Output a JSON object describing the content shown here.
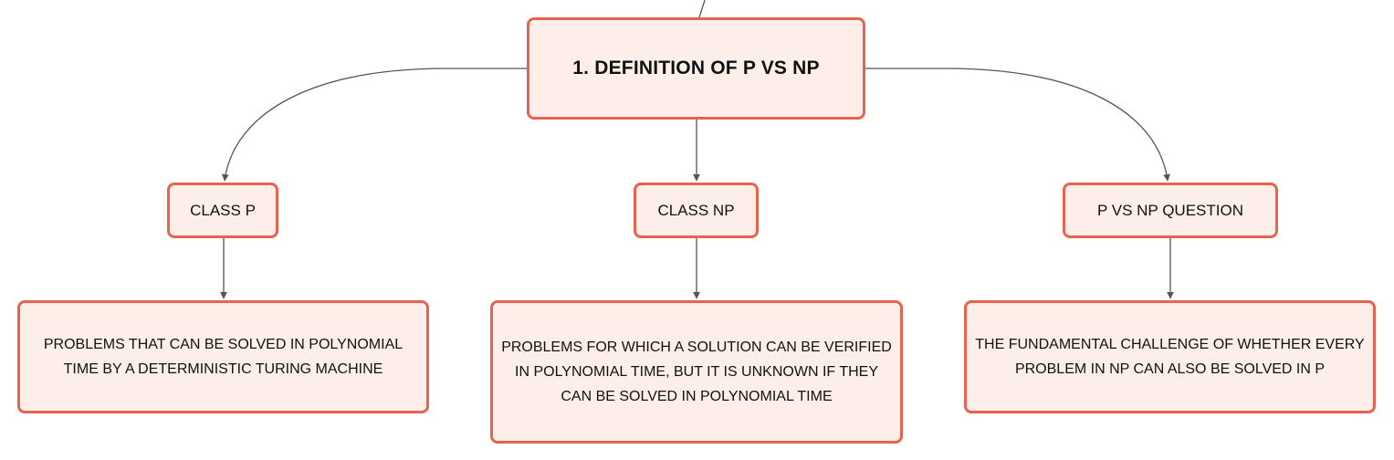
{
  "diagram": {
    "root": {
      "label": "1. DEFINITION OF P VS NP"
    },
    "branches": [
      {
        "label": "CLASS P",
        "detail": "PROBLEMS THAT CAN BE SOLVED IN POLYNOMIAL TIME BY A DETERMINISTIC TURING MACHINE"
      },
      {
        "label": "CLASS NP",
        "detail": "PROBLEMS FOR WHICH A SOLUTION CAN BE VERIFIED IN POLYNOMIAL TIME, BUT IT IS UNKNOWN IF THEY CAN BE SOLVED IN POLYNOMIAL TIME"
      },
      {
        "label": "P VS NP QUESTION",
        "detail": "THE FUNDAMENTAL CHALLENGE OF WHETHER EVERY PROBLEM IN NP CAN ALSO BE SOLVED IN P"
      }
    ],
    "colors": {
      "node_border": "#e5644f",
      "node_fill": "#fdeeea",
      "connector": "#555555"
    }
  }
}
